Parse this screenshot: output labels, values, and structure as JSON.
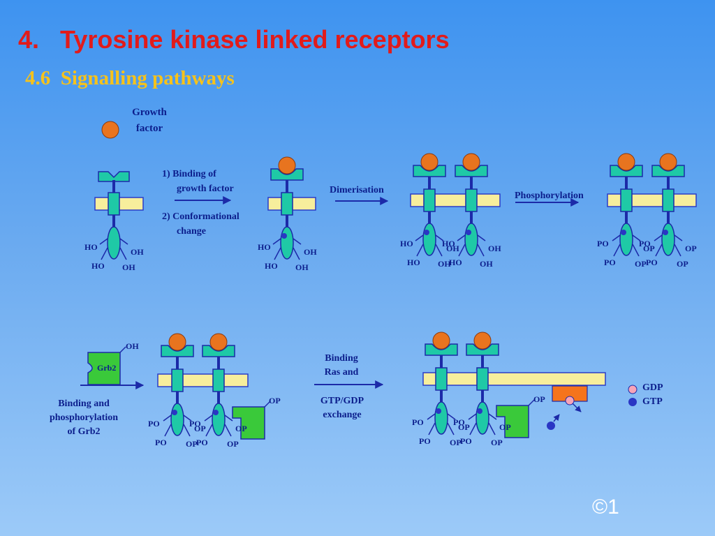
{
  "title": "4.   Tyrosine kinase linked receptors",
  "subtitle": "4.6  Signalling pathways",
  "growth_factor_label": [
    "Growth",
    "factor"
  ],
  "steps": {
    "step1_line1": "1)  Binding of",
    "step1_line2": "growth factor",
    "step2_line1": "2) Conformational",
    "step2_line2": "change",
    "dimerisation": "Dimerisation",
    "phosphorylation": "Phosphorylation",
    "grb2_binding": [
      "Binding and",
      "phosphorylation",
      "of Grb2"
    ],
    "ras_binding": [
      "Binding",
      "Ras and"
    ],
    "gtp_exchange": [
      "GTP/GDP",
      "exchange"
    ]
  },
  "groups": {
    "HO": "HO",
    "OH": "OH",
    "PO": "PO",
    "OP": "OP"
  },
  "grb2_label": "Grb2",
  "legend": {
    "gdp": "GDP",
    "gtp": "GTP"
  },
  "copyright": "©1",
  "colors": {
    "title": "#e11b1b",
    "subtitle": "#f5c21c",
    "text": "#0c1e8c",
    "receptor": "#1fc9a6",
    "membrane": "#f7ee9c",
    "growth_factor": "#e8741f",
    "grb2": "#3ac93a",
    "ras": "#f5741c",
    "gdp": "#f7a4b8",
    "gtp": "#2a36c4"
  }
}
